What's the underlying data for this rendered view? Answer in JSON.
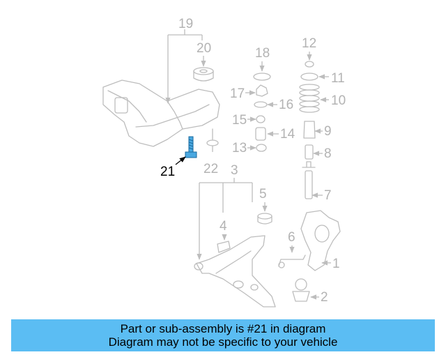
{
  "diagram": {
    "callouts": {
      "c1": "1",
      "c2": "2",
      "c3": "3",
      "c4": "4",
      "c5": "5",
      "c6": "6",
      "c7": "7",
      "c8": "8",
      "c9": "9",
      "c10": "10",
      "c11": "11",
      "c12": "12",
      "c13": "13",
      "c14": "14",
      "c15": "15",
      "c16": "16",
      "c17": "17",
      "c18": "18",
      "c19": "19",
      "c20": "20",
      "c21": "21",
      "c22": "22"
    },
    "highlighted_part": "21",
    "colors": {
      "lines": "#bdbdbd",
      "highlight_part": "#4aa8e0",
      "highlight_text": "#000000"
    }
  },
  "caption": {
    "line1": "Part or sub-assembly is #21 in diagram",
    "line2": "Diagram may not be specific to your vehicle",
    "background": "#5bbdf3"
  }
}
